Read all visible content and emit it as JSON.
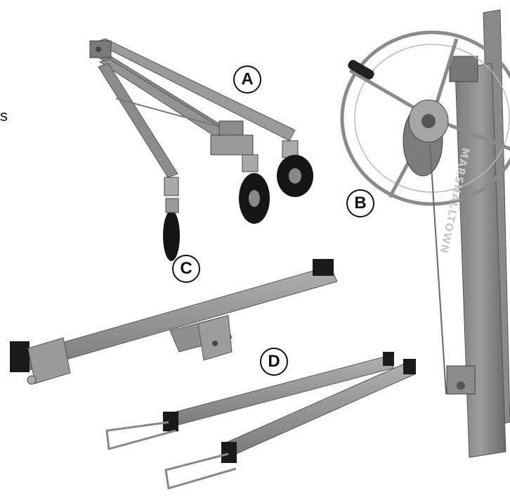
{
  "labels": {
    "a": "A",
    "b": "B",
    "c": "C",
    "d": "D"
  },
  "edge_text": "s",
  "brand": "MARSHALLTOWN",
  "colors": {
    "steel": "#8f8f8f",
    "steel_dark": "#6e6e6e",
    "steel_light": "#b5b5b5",
    "rubber": "#151515",
    "background": "#ffffff"
  },
  "icons": {
    "part_a": "caster-leg-assembly",
    "part_b": "winch-wheel-mast",
    "part_c": "base-cross-bar",
    "part_d": "outrigger-legs"
  }
}
